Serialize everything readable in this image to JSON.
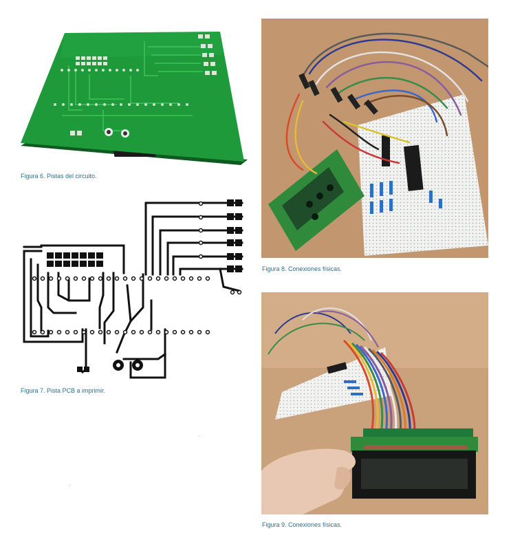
{
  "figures": [
    {
      "id": "fig6",
      "caption": "Figura 6. Pistas del circuito."
    },
    {
      "id": "fig7",
      "caption": "Figura 7. Pista PCB a imprimir."
    },
    {
      "id": "fig8",
      "caption": "Figura 8. Conexiones físicas."
    },
    {
      "id": "fig9",
      "caption": "Figura 9. Conexiones físicas."
    }
  ],
  "colors": {
    "caption": "#2f6f8f",
    "pcb_green": "#1f9a3a",
    "table_wood": "#c9a27c",
    "lcd_green": "#2f8a3c"
  }
}
